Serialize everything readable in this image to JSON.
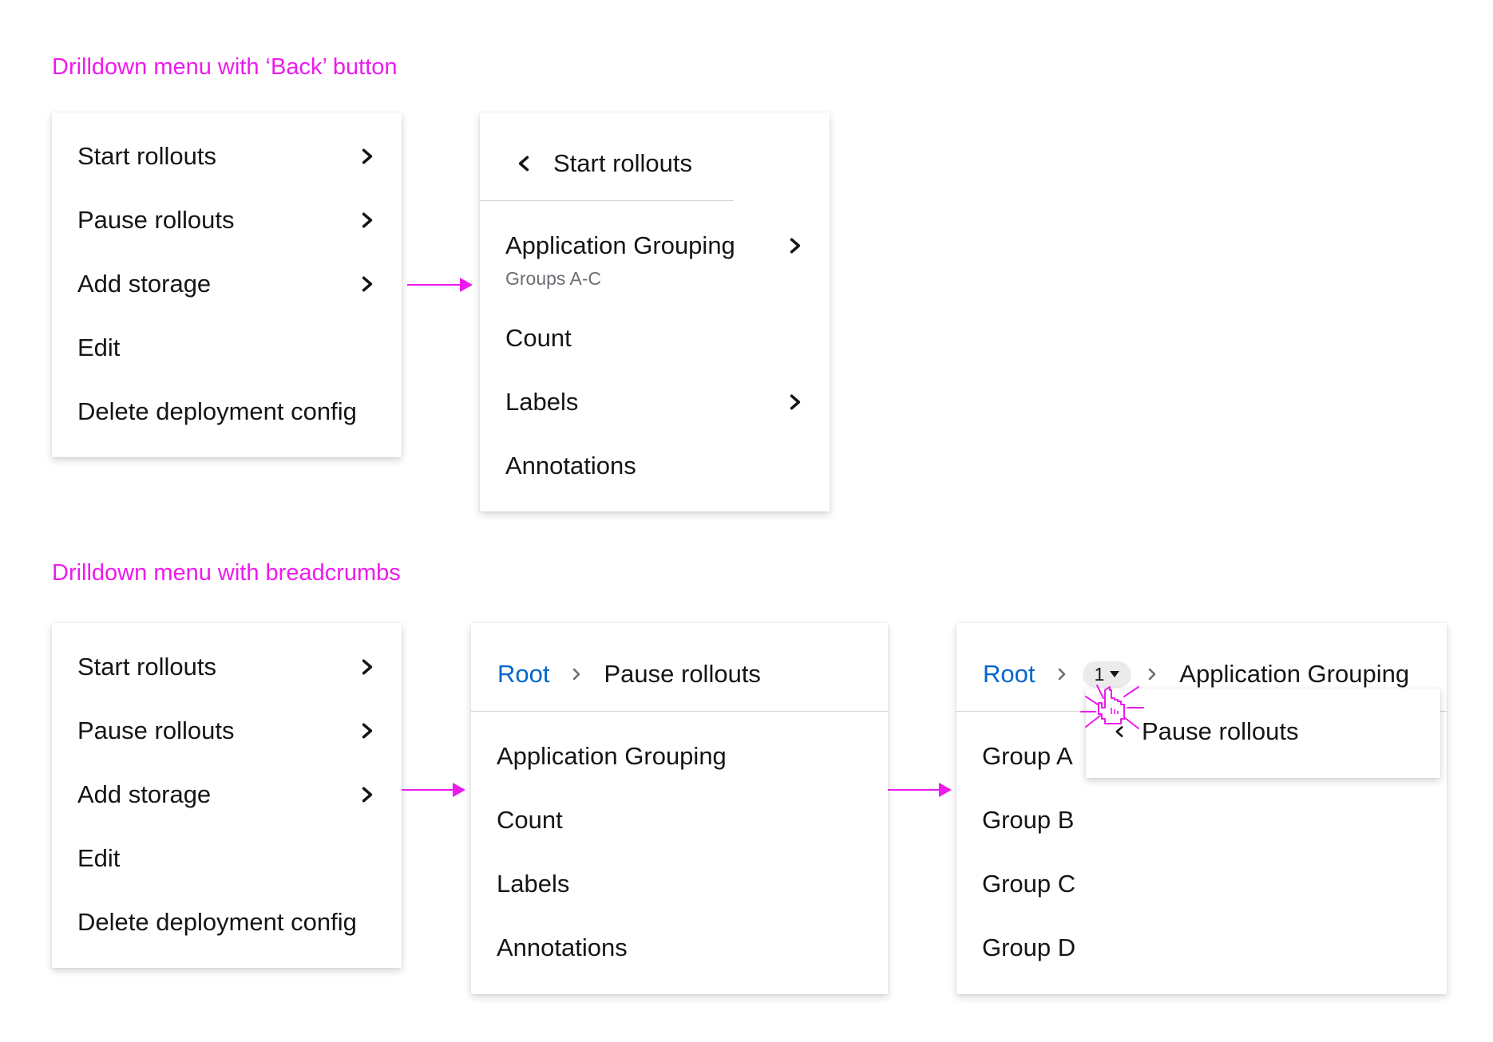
{
  "section1": {
    "title": "Drilldown menu with ‘Back’ button",
    "root_menu": [
      {
        "label": "Start rollouts",
        "has_submenu": true
      },
      {
        "label": "Pause rollouts",
        "has_submenu": true
      },
      {
        "label": "Add storage",
        "has_submenu": true
      },
      {
        "label": "Edit",
        "has_submenu": false
      },
      {
        "label": "Delete deployment config",
        "has_submenu": false
      }
    ],
    "submenu": {
      "back_label": "Start rollouts",
      "items": [
        {
          "label": "Application Grouping",
          "description": "Groups A-C",
          "has_submenu": true
        },
        {
          "label": "Count",
          "has_submenu": false
        },
        {
          "label": "Labels",
          "has_submenu": true
        },
        {
          "label": "Annotations",
          "has_submenu": false
        }
      ]
    }
  },
  "section2": {
    "title": "Drilldown menu with breadcrumbs",
    "root_menu": [
      {
        "label": "Start rollouts",
        "has_submenu": true
      },
      {
        "label": "Pause rollouts",
        "has_submenu": true
      },
      {
        "label": "Add storage",
        "has_submenu": true
      },
      {
        "label": "Edit",
        "has_submenu": false
      },
      {
        "label": "Delete deployment config",
        "has_submenu": false
      }
    ],
    "level1": {
      "breadcrumb": {
        "root": "Root",
        "current": "Pause rollouts"
      },
      "items": [
        "Application Grouping",
        "Count",
        "Labels",
        "Annotations"
      ]
    },
    "level2": {
      "breadcrumb": {
        "root": "Root",
        "collapsed_count": "1",
        "current": "Application Grouping"
      },
      "items": [
        "Group A",
        "Group B",
        "Group C",
        "Group D"
      ],
      "collapsed_popup": {
        "back_label": "Pause rollouts"
      }
    }
  },
  "colors": {
    "annotation": "#ee1bee",
    "link": "#0066cc",
    "text": "#151515",
    "muted": "#6a6e73"
  },
  "icons": {
    "submenu": "chevron-right-icon",
    "back": "chevron-left-icon",
    "breadcrumb_separator": "angle-right-icon",
    "dropdown": "caret-down-icon",
    "pointer": "hand-pointer-icon"
  }
}
